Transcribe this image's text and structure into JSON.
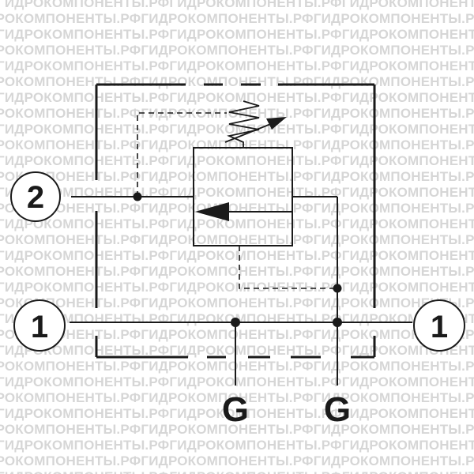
{
  "watermark": {
    "text": "ГИДРОКОМПОНЕНТЫ.РФ"
  },
  "ports": {
    "left_top": "2",
    "left_bottom": "1",
    "right_bottom": "1",
    "gauge_left": "G",
    "gauge_right": "G"
  },
  "colors": {
    "line": "#1a1a1a",
    "watermark": "#d6d6d6",
    "background": "#ffffff"
  }
}
